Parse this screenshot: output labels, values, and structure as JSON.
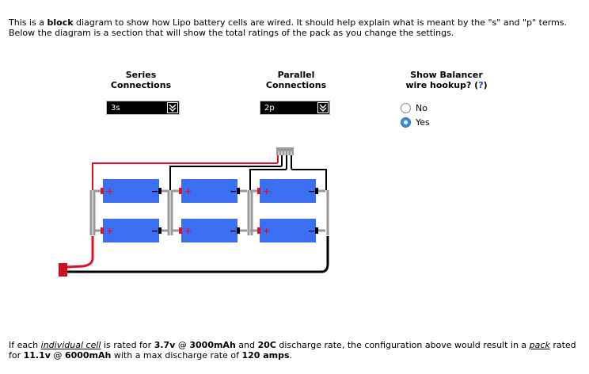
{
  "intro": {
    "part1": "This is a ",
    "bold": "block",
    "part2": " diagram to show how Lipo battery cells are wired. It should help explain what is meant by the \"s\" and \"p\" terms. Below the diagram is a section that will show the total ratings of the pack as you change the settings."
  },
  "series": {
    "line1": "Series",
    "line2": "Connections",
    "value": "3s"
  },
  "parallel": {
    "line1": "Parallel",
    "line2": "Connections",
    "value": "2p"
  },
  "balancer": {
    "line1": "Show Balancer",
    "line2": "wire hookup? (",
    "q": "?",
    "close": ")",
    "options": [
      {
        "label": "No",
        "checked": false
      },
      {
        "label": "Yes",
        "checked": true
      }
    ]
  },
  "diagram": {
    "cell_plus": "+",
    "cell_minus": "−",
    "colors": {
      "cell": "#3a6ff2",
      "positive": "#e0102a",
      "negative": "#000000",
      "bus": "#9a9a9a"
    }
  },
  "summary": {
    "t1": "If each ",
    "cell_term": "individual cell",
    "t2": " is rated for ",
    "cell_voltage": "3.7v",
    "t3": " @ ",
    "cell_capacity": "3000mAh",
    "t4": " and ",
    "cell_c": "20C",
    "t5": " discharge rate, the configuration above would result in a ",
    "pack_term": "pack",
    "t6": " rated for ",
    "pack_voltage": "11.1v",
    "t7": " @ ",
    "pack_capacity": "6000mAh",
    "t8": " with a max discharge rate of ",
    "pack_amps": "120 amps",
    "t9": "."
  }
}
